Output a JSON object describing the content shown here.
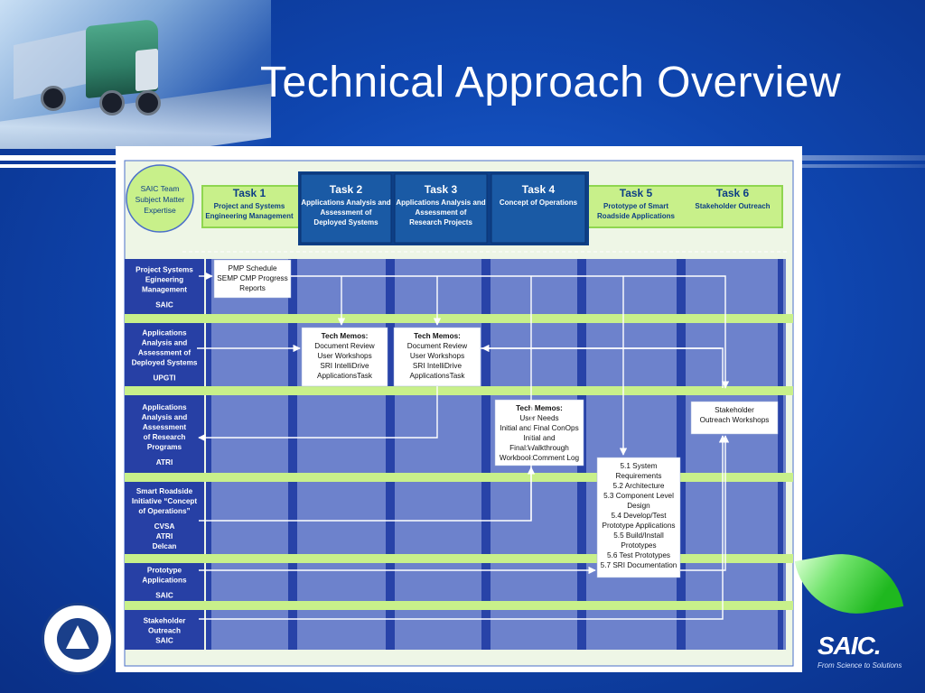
{
  "title": "Technical Approach Overview",
  "colors": {
    "green_band": "#c8f08a",
    "green_border": "#8fd650",
    "blue_task": "#1a5aa5",
    "lane_dark": "#2843a8",
    "lane_fill": "#6d82cc",
    "row_label": "#2740a5"
  },
  "saic_circle": {
    "lines": [
      "SAIC Team",
      "Subject Matter",
      "Expertise"
    ]
  },
  "tasks": [
    {
      "name": "Task 1",
      "sub": [
        "Project and Systems",
        "Engineering Management"
      ],
      "style": "green"
    },
    {
      "name": "Task 2",
      "sub": [
        "Applications Analysis and",
        "Assessment of",
        "Deployed Systems"
      ],
      "style": "blue"
    },
    {
      "name": "Task 3",
      "sub": [
        "Applications Analysis and",
        "Assessment of",
        "Research Projects"
      ],
      "style": "blue"
    },
    {
      "name": "Task 4",
      "sub": [
        "Concept of Operations"
      ],
      "style": "blue"
    },
    {
      "name": "Task 5",
      "sub": [
        "Prototype of Smart",
        "Roadside Applications"
      ],
      "style": "green"
    },
    {
      "name": "Task 6",
      "sub": [
        "Stakeholder Outreach"
      ],
      "style": "green"
    }
  ],
  "rows": [
    {
      "lines": [
        "Project Systems",
        "Egineering",
        "Management"
      ],
      "org": "SAIC"
    },
    {
      "lines": [
        "Applications",
        "Analysis and",
        "Assessment of",
        "Deployed Systems"
      ],
      "org": "UPGTI"
    },
    {
      "lines": [
        "Applications",
        "Analysis and",
        "Assessment",
        "of Research",
        "Programs"
      ],
      "org": "ATRI"
    },
    {
      "lines": [
        "Smart Roadside",
        "Initiative “Concept",
        "of Operations”"
      ],
      "org": "CVSA\nATRI\nDelcan"
    },
    {
      "lines": [
        "Prototype",
        "Applications"
      ],
      "org": "SAIC"
    },
    {
      "lines": [
        "Stakeholder",
        "Outreach",
        "SAIC"
      ],
      "org": ""
    }
  ],
  "boxes": {
    "pmp": {
      "lines": [
        "PMP Schedule",
        "SEMP CMP Progress",
        "Reports"
      ]
    },
    "memo_deployed": {
      "title": "Tech Memos:",
      "lines": [
        "Document Review",
        "User Workshops",
        "SRI IntelliDrive",
        "ApplicationsTask"
      ]
    },
    "memo_research": {
      "title": "Tech Memos:",
      "lines": [
        "Document Review",
        "User Workshops",
        "SRI IntelliDrive",
        "ApplicationsTask"
      ]
    },
    "memo_conops": {
      "title": "Tech Memos:",
      "lines": [
        "User Needs",
        "Initial and Final ConOps",
        "Initial and",
        "Final:Walkthrough",
        "WorkbookComment Log"
      ]
    },
    "task5_list": {
      "lines": [
        "5.1 System",
        "Requirements",
        "5.2 Architecture",
        "5.3 Component Level",
        "Design",
        "5.4 Develop/Test",
        "Prototype Applications",
        "5.5 Build/Install",
        "Prototypes",
        "5.6 Test Prototypes",
        "5.7 SRI Documentation"
      ]
    },
    "stakeholder": {
      "lines": [
        "Stakeholder",
        "Outreach Workshops"
      ]
    }
  },
  "logos": {
    "dot_icon": "dot-seal-icon",
    "saic_mark": "SAIC.",
    "saic_tagline": "From Science to Solutions"
  }
}
